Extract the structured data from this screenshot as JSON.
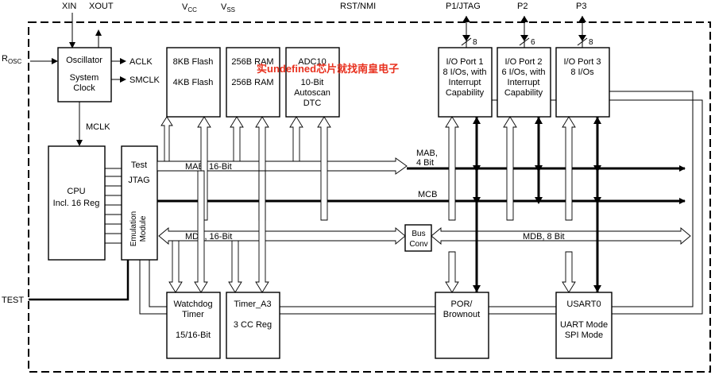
{
  "top_pins": {
    "xin": "XIN",
    "xout": "XOUT",
    "vcc": "V",
    "vcc_sub": "CC",
    "vss": "V",
    "vss_sub": "SS",
    "rst": "RST/NMI",
    "p1": "P1/JTAG",
    "p2": "P2",
    "p3": "P3"
  },
  "bus_widths": {
    "p1": "8",
    "p2": "6",
    "p3": "8"
  },
  "left_pins": {
    "rosc": "R",
    "rosc_sub": "OSC",
    "test": "TEST"
  },
  "oscillator": {
    "line1": "Oscillator",
    "line2": "System",
    "line3": "Clock"
  },
  "clocks": {
    "aclk": "ACLK",
    "smclk": "SMCLK",
    "mclk": "MCLK"
  },
  "flash": {
    "line1": "8KB Flash",
    "line2": "4KB Flash"
  },
  "ram": {
    "line1": "256B RAM",
    "line2": "256B RAM"
  },
  "adc": {
    "line1": "ADC10",
    "line2": "10-Bit",
    "line3": "Autoscan",
    "line4": "DTC"
  },
  "watermark": "实undefined芯片就找南皇电子",
  "port1": {
    "line1": "I/O Port 1",
    "line2": "8 I/Os, with",
    "line3": "Interrupt",
    "line4": "Capability"
  },
  "port2": {
    "line1": "I/O Port 2",
    "line2": "6 I/Os, with",
    "line3": "Interrupt",
    "line4": "Capability"
  },
  "port3": {
    "line1": "I/O Port 3",
    "line2": "8 I/Os"
  },
  "cpu": {
    "line1": "CPU",
    "line2": "Incl. 16 Reg"
  },
  "jtag": {
    "line1": "Test",
    "line2": "JTAG",
    "line3": "Emulation",
    "line4": "Module"
  },
  "buses": {
    "mab16": "MAB, 16-Bit",
    "mab4_1": "MAB,",
    "mab4_2": "4 Bit",
    "mcb": "MCB",
    "mdb16": "MDB, 16-Bit",
    "mdb8": "MDB, 8 Bit"
  },
  "busconv": {
    "line1": "Bus",
    "line2": "Conv"
  },
  "watchdog": {
    "line1": "Watchdog",
    "line2": "Timer",
    "line3": "15/16-Bit"
  },
  "timer": {
    "line1": "Timer_A3",
    "line2": "3 CC Reg"
  },
  "por": {
    "line1": "POR/",
    "line2": "Brownout"
  },
  "usart": {
    "line1": "USART0",
    "line2": "UART Mode",
    "line3": "SPI Mode"
  }
}
